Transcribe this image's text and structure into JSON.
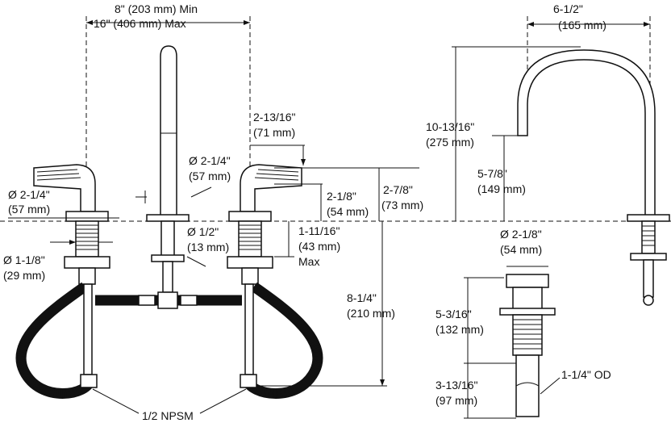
{
  "dims": {
    "spread_min": "8\" (203 mm) Min",
    "spread_max": "16\" (406 mm) Max",
    "spout_reach": "6-1/2\"",
    "spout_reach_mm": "(165 mm)",
    "handle_height": "2-13/16\"",
    "handle_height_mm": "(71 mm)",
    "spout_base_dia": "Ø 2-1/4\"",
    "spout_base_dia_mm": "(57 mm)",
    "handle_base_dia": "Ø 2-1/4\"",
    "handle_base_dia_mm": "(57 mm)",
    "handle_base_h": "2-1/8\"",
    "handle_base_h_mm": "(54 mm)",
    "handle_total_h": "2-7/8\"",
    "handle_total_h_mm": "(73 mm)",
    "spout_height": "10-13/16\"",
    "spout_height_mm": "(275 mm)",
    "spout_outlet_height": "5-7/8\"",
    "spout_outlet_height_mm": "(149 mm)",
    "shank_dia": "Ø 1-1/8\"",
    "shank_dia_mm": "(29 mm)",
    "supply_dia": "Ø 1/2\"",
    "supply_dia_mm": "(13 mm)",
    "deck_thickness": "1-11/16\"",
    "deck_thickness_mm": "(43 mm)",
    "deck_max": "Max",
    "below_deck": "8-1/4\"",
    "below_deck_mm": "(210 mm)",
    "drain_dia": "Ø 2-1/8\"",
    "drain_dia_mm": "(54 mm)",
    "drain_len": "5-3/16\"",
    "drain_len_mm": "(132 mm)",
    "tail_len": "3-13/16\"",
    "tail_len_mm": "(97 mm)",
    "tail_od": "1-1/4\" OD",
    "npsm": "1/2 NPSM"
  }
}
